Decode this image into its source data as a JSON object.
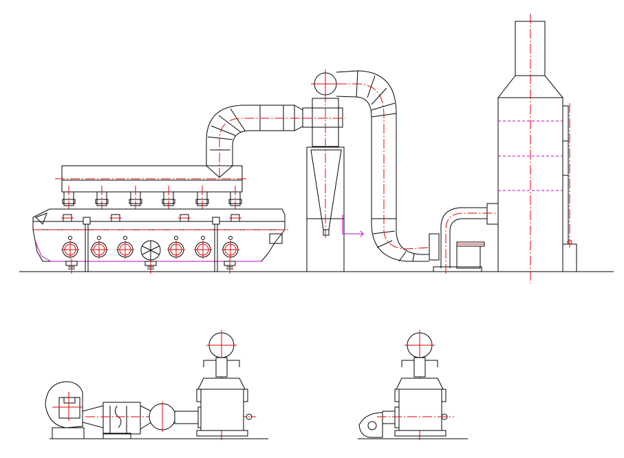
{
  "colors": {
    "background": "#ffffff",
    "outline": "#000000",
    "centerline": "#e00000",
    "hidden_line": "#c000c0"
  },
  "views": [
    {
      "id": "elevation",
      "components": [
        "fluid-bed-dryer",
        "duct-elbow",
        "cyclone-separator",
        "u-bend-duct",
        "fan-unit",
        "scrubber-tower"
      ]
    },
    {
      "id": "plan-left",
      "components": [
        "blower",
        "silencer",
        "duct-reducer",
        "cyclone-top-view"
      ]
    },
    {
      "id": "plan-right",
      "components": [
        "small-fan",
        "cyclone-top-view"
      ]
    }
  ]
}
